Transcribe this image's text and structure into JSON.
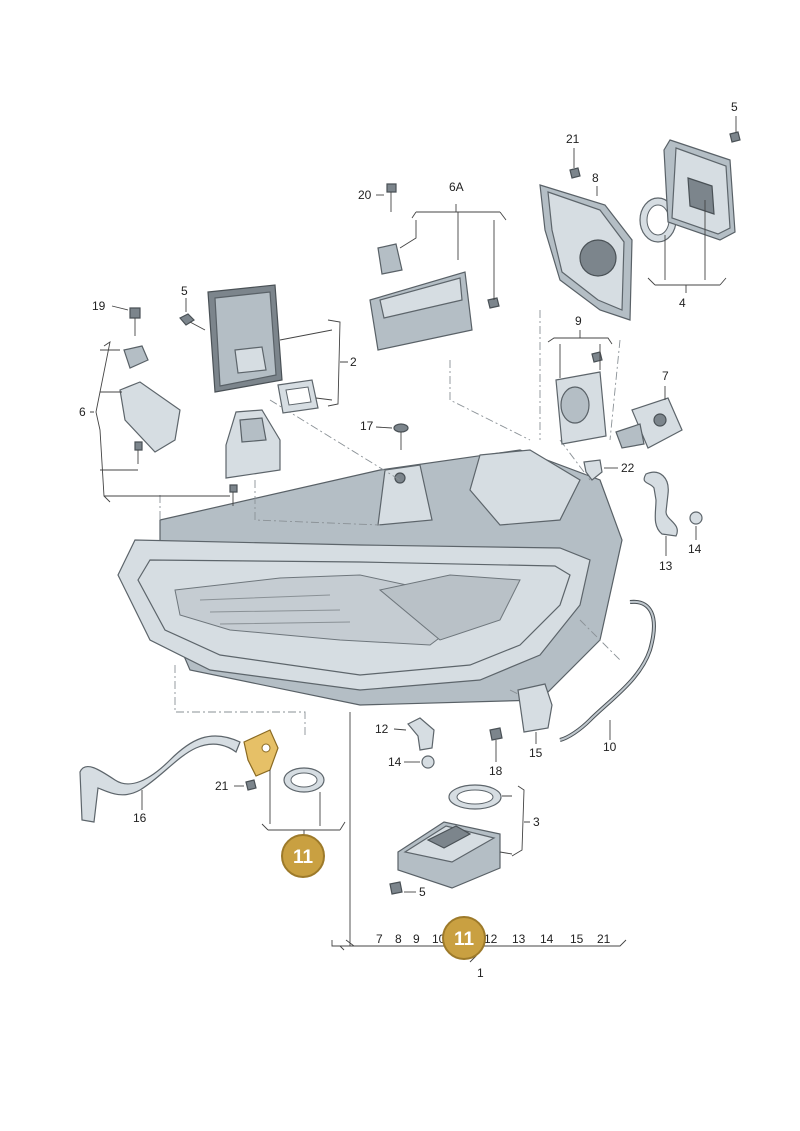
{
  "callouts": [
    {
      "id": "c5a",
      "text": "5"
    },
    {
      "id": "c21a",
      "text": "21"
    },
    {
      "id": "c8",
      "text": "8"
    },
    {
      "id": "c20",
      "text": "20"
    },
    {
      "id": "c6A",
      "text": "6A"
    },
    {
      "id": "c4",
      "text": "4"
    },
    {
      "id": "c19",
      "text": "19"
    },
    {
      "id": "c5b",
      "text": "5"
    },
    {
      "id": "c2",
      "text": "2"
    },
    {
      "id": "c9",
      "text": "9"
    },
    {
      "id": "c6",
      "text": "6"
    },
    {
      "id": "c7",
      "text": "7"
    },
    {
      "id": "c17",
      "text": "17"
    },
    {
      "id": "c22",
      "text": "22"
    },
    {
      "id": "c14a",
      "text": "14"
    },
    {
      "id": "c13",
      "text": "13"
    },
    {
      "id": "c12",
      "text": "12"
    },
    {
      "id": "c15",
      "text": "15"
    },
    {
      "id": "c10",
      "text": "10"
    },
    {
      "id": "c14b",
      "text": "14"
    },
    {
      "id": "c18",
      "text": "18"
    },
    {
      "id": "c21b",
      "text": "21"
    },
    {
      "id": "c16",
      "text": "16"
    },
    {
      "id": "c3",
      "text": "3"
    },
    {
      "id": "c5c",
      "text": "5"
    },
    {
      "id": "c1",
      "text": "1"
    }
  ],
  "assembly_list": [
    "7",
    "8",
    "9",
    "10",
    "12",
    "13",
    "14",
    "15",
    "21"
  ],
  "highlight_badges": [
    {
      "id": "badge-lower-left",
      "text": "11"
    },
    {
      "id": "badge-assembly",
      "text": "11"
    }
  ],
  "colors": {
    "highlight": "#c9a041",
    "part_fill": "#d6dde2",
    "outline": "#5d656b"
  }
}
